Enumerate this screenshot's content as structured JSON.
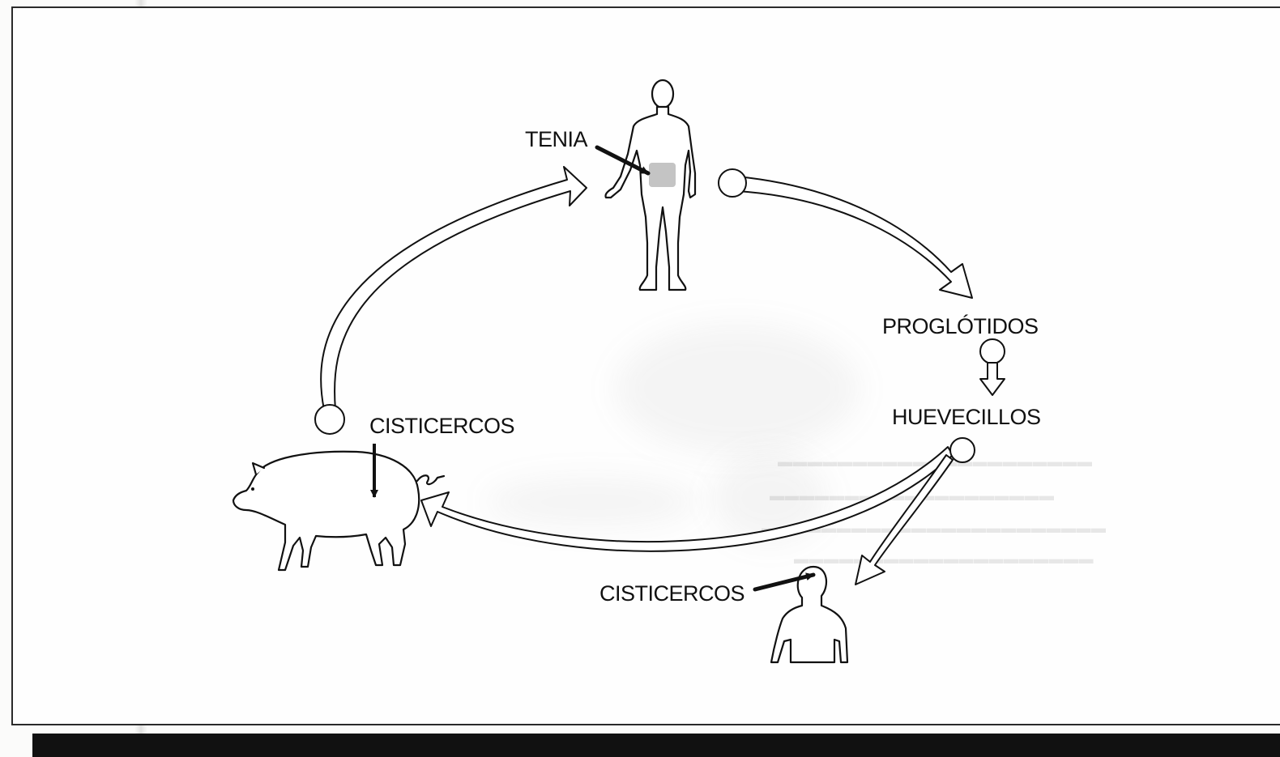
{
  "labels": {
    "tenia": "TENIA",
    "proglotidos": "PROGLÓTIDOS",
    "huevecillos": "HUEVECILLOS",
    "cisticercos_pig": "CISTICERCOS",
    "cisticercos_human": "CISTICERCOS"
  },
  "nodes": {
    "human_host": "human-adult-figure",
    "pig_host": "pig",
    "human_cysticercosis": "human-bust"
  },
  "colors": {
    "ink": "#111111",
    "intestine_highlight": "#c4c4c4",
    "frame": "#2a2a2a",
    "bottom_bar": "#111111"
  }
}
